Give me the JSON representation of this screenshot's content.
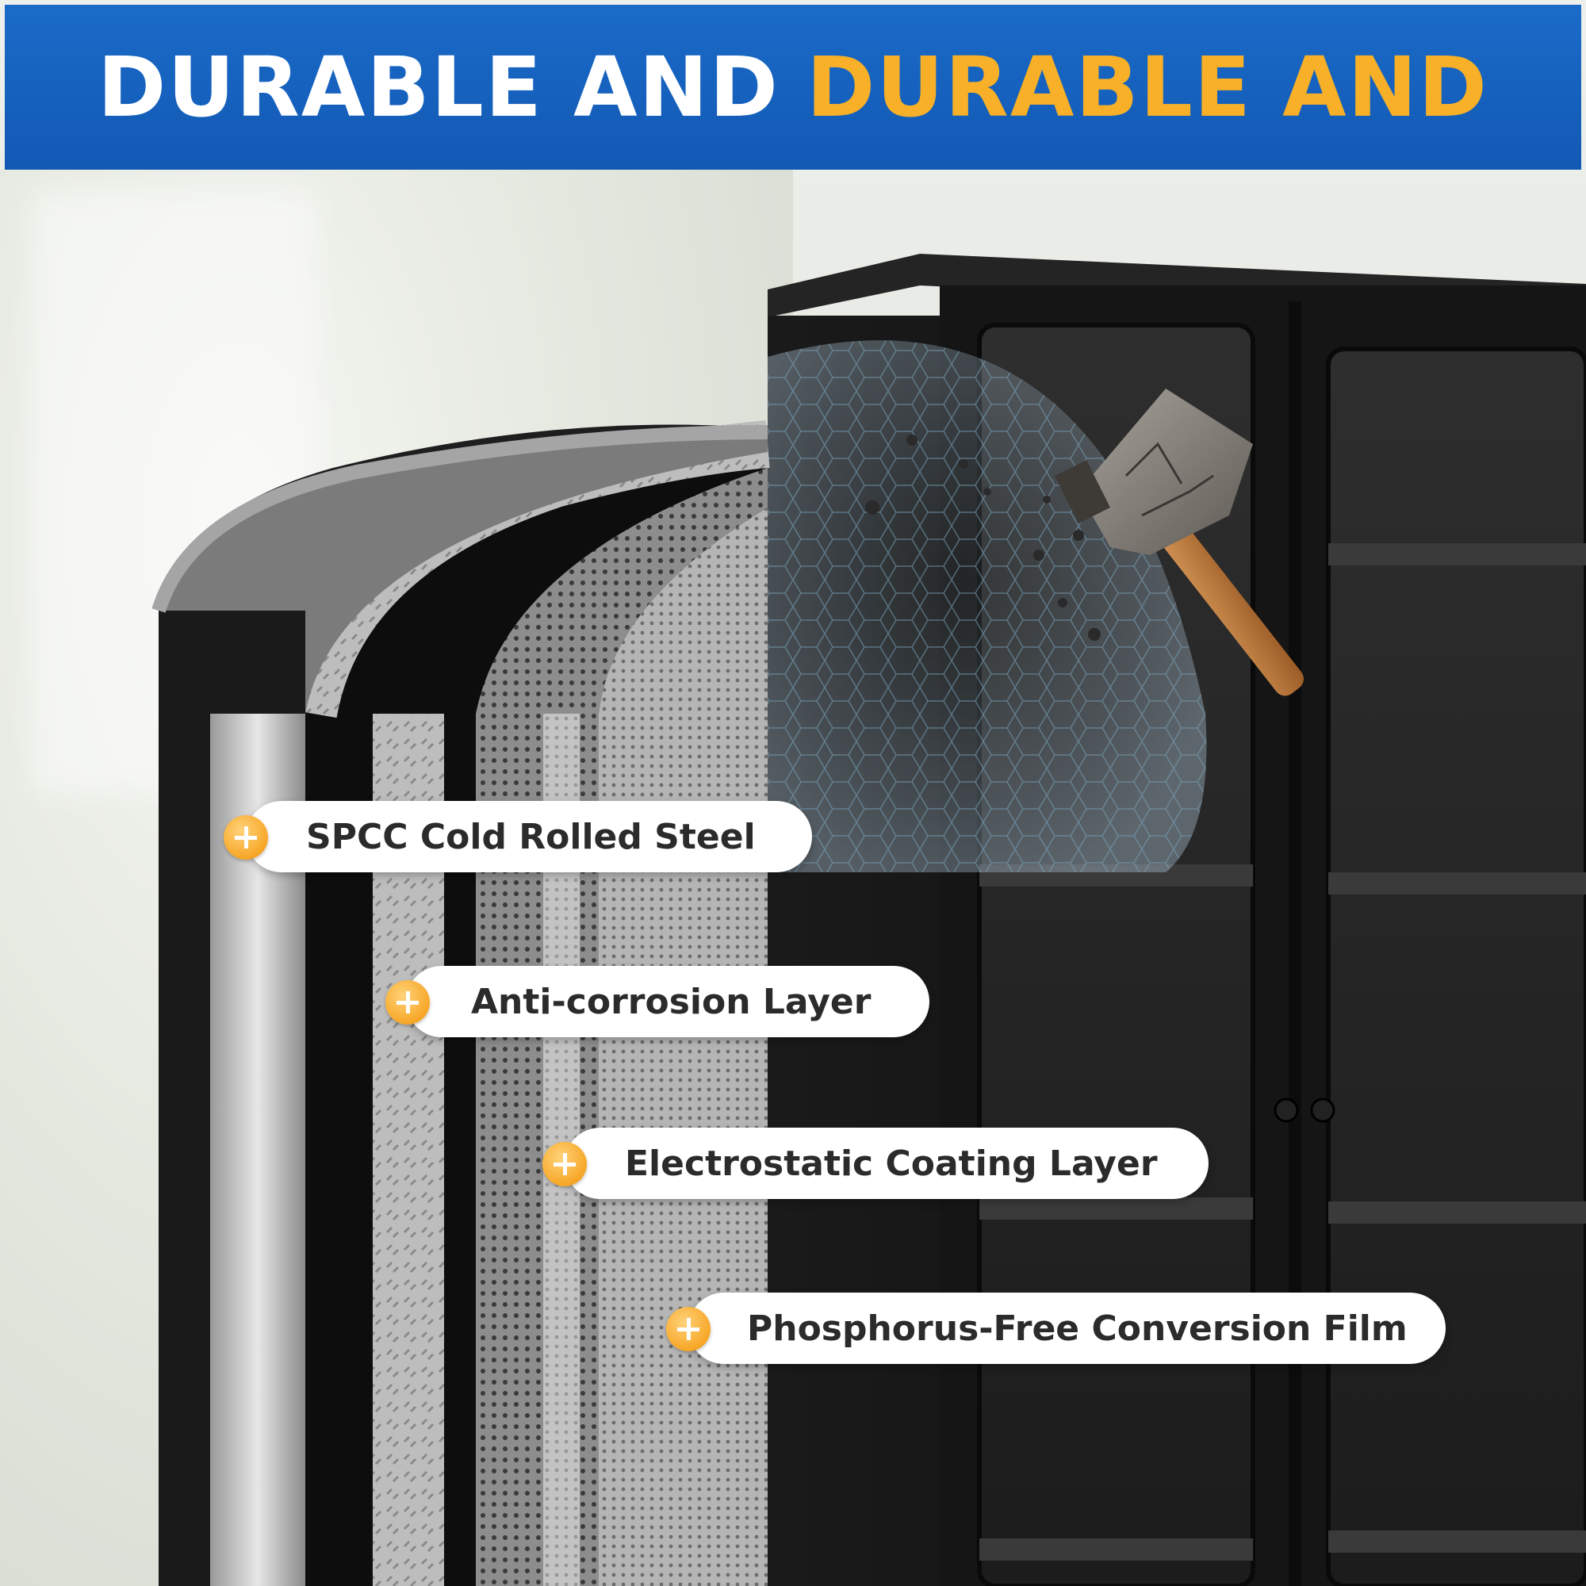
{
  "banner": {
    "title_part1": "DURABLE AND",
    "title_part2": "DURABLE AND",
    "color_white": "#ffffff",
    "color_orange": "#f7b027",
    "background": "#1259b4"
  },
  "layers": [
    {
      "label": "SPCC Cold Rolled Steel"
    },
    {
      "label": "Anti-corrosion Layer"
    },
    {
      "label": "Electrostatic Coating Layer"
    },
    {
      "label": "Phosphorus-Free Conversion Film"
    }
  ],
  "icons": {
    "callout_marker": "plus-icon",
    "impact": "hammer-icon"
  }
}
